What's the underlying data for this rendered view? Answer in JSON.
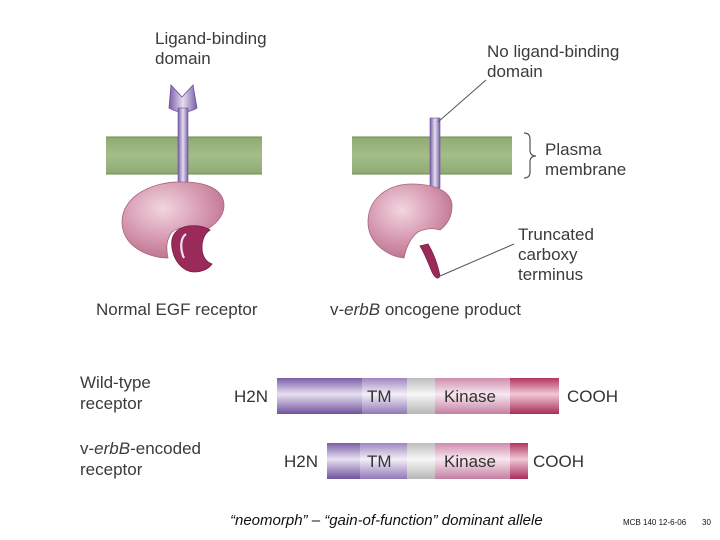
{
  "diagram": {
    "normal": {
      "top_label_line1": "Ligand-binding",
      "top_label_line2": "domain",
      "caption": "Normal EGF receptor"
    },
    "mutant": {
      "top_label_line1": "No ligand-binding",
      "top_label_line2": "domain",
      "membrane_label_line1": "Plasma",
      "membrane_label_line2": "membrane",
      "terminus_label_line1": "Truncated",
      "terminus_label_line2": "carboxy",
      "terminus_label_line3": "terminus",
      "caption_prefix": "v-",
      "caption_gene": "erbB",
      "caption_suffix": " oncogene product"
    }
  },
  "bars": {
    "wild_type": {
      "label_line1": "Wild-type",
      "label_line2": "receptor",
      "n_term": "H2N",
      "tm": "TM",
      "kinase": "Kinase",
      "c_term": "COOH"
    },
    "verbb": {
      "label_prefix": "v-",
      "label_gene": "erbB",
      "label_suffix": "-encoded",
      "label_line2": "receptor",
      "n_term": "H2N",
      "tm": "TM",
      "kinase": "Kinase",
      "c_term": "COOH"
    }
  },
  "caption": "“neomorph” – “gain-of-function” dominant allele",
  "footer": {
    "course": "MCB 140 12-6-06",
    "page": "30"
  },
  "colors": {
    "membrane": "#9cb67f",
    "receptor_stalk": "#8f74b0",
    "receptor_body": "#cf8ea4",
    "kinase_tail": "#9a2a5a",
    "bar_purple": "#8566ad",
    "bar_gray": "#c9c9c9",
    "bar_pink": "#d090b0",
    "bar_red": "#b83a64"
  }
}
